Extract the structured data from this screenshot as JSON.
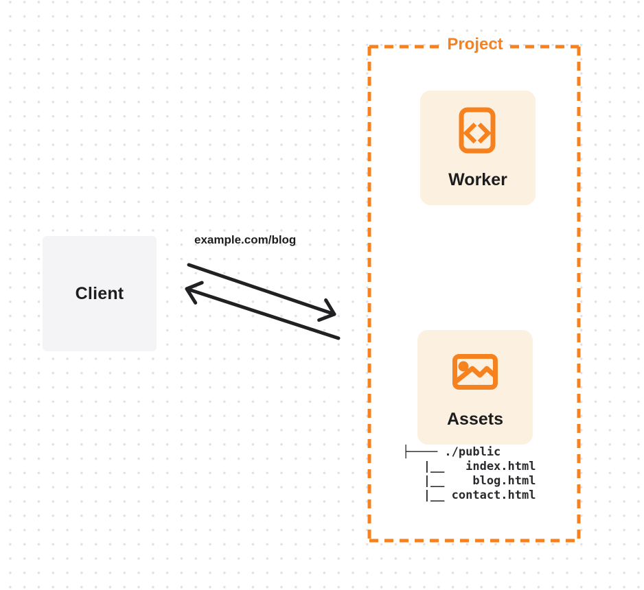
{
  "colors": {
    "accent_orange": "#F6821F",
    "card_background": "#FCF0E1",
    "client_background": "#F4F4F6",
    "arrow_black": "#212123",
    "dot_gray": "#E1E1E5",
    "text_dark": "#1D1D1F"
  },
  "client": {
    "label": "Client"
  },
  "request": {
    "url_label": "example.com/blog"
  },
  "project": {
    "label": "Project",
    "worker": {
      "label": "Worker",
      "icon": "code-document-icon"
    },
    "assets": {
      "label": "Assets",
      "icon": "image-icon"
    },
    "file_tree_text": "├──── ./public\n   |__   index.html\n   |__    blog.html\n   |__ contact.html"
  }
}
